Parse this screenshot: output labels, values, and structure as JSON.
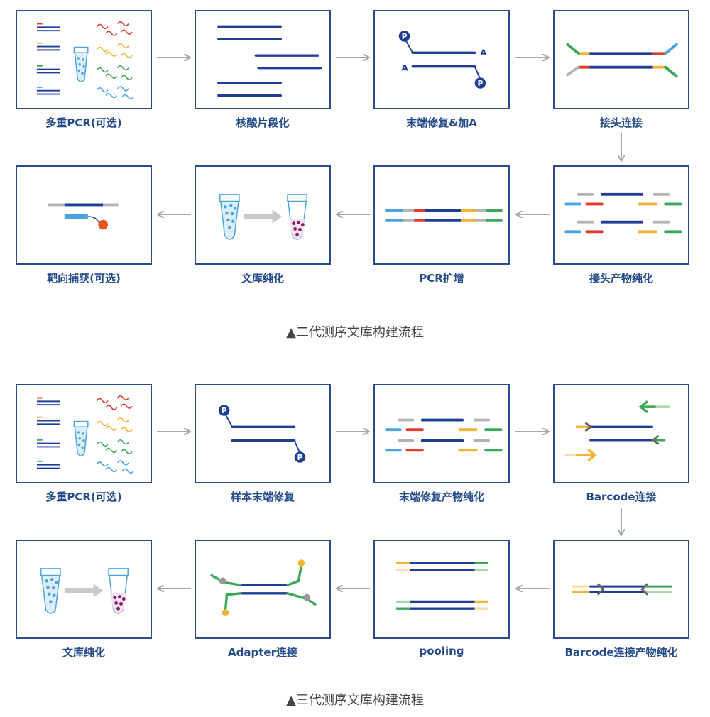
{
  "ngs": {
    "caption": "▲二代测序文库构建流程",
    "steps": [
      "多重PCR(可选)",
      "核酸片段化",
      "末端修复&加A",
      "接头连接",
      "接头产物纯化",
      "PCR扩增",
      "文库纯化",
      "靶向捕获(可选)"
    ]
  },
  "tgs": {
    "caption": "▲三代测序文库构建流程",
    "steps": [
      "多重PCR(可选)",
      "样本末端修复",
      "末端修复产物纯化",
      "Barcode连接",
      "Barcode连接产物纯化",
      "pooling",
      "Adapter连接",
      "文库纯化"
    ]
  },
  "glyphs": {
    "phosphate": "P",
    "a_tail": "A"
  },
  "colors": {
    "frame": "#2b4d8f",
    "dna": "#1e3f95",
    "red": "#e03a2f",
    "yellow": "#f2b434",
    "green": "#3ca65a",
    "blue": "#4aa3df",
    "gray": "#b4b4b4",
    "purple": "#8b1a6b",
    "bead": "#e8561e"
  }
}
